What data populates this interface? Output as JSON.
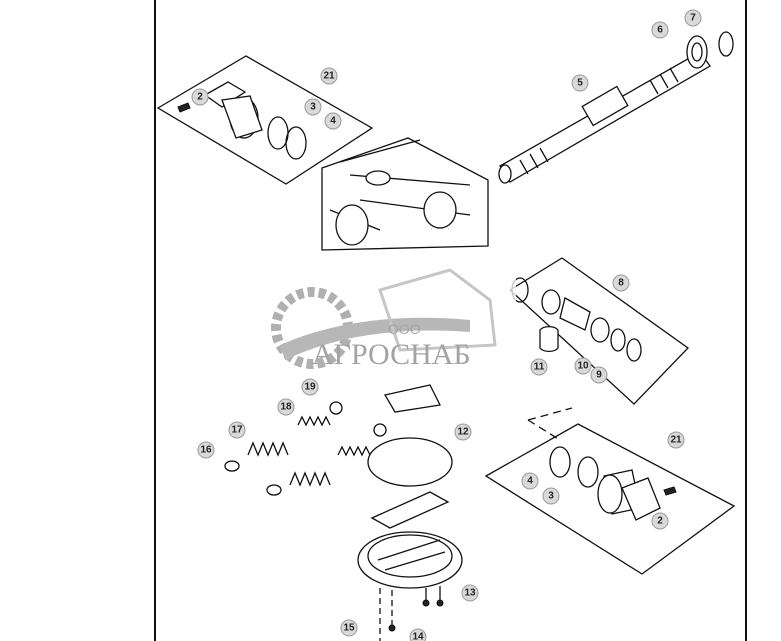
{
  "diagram": {
    "callouts": [
      {
        "id": "kit-top",
        "label": "21"
      },
      {
        "id": "bolt-top",
        "label": "2"
      },
      {
        "id": "ring-top-3",
        "label": "3"
      },
      {
        "id": "ring-top-4",
        "label": "4"
      },
      {
        "id": "shaft",
        "label": "5"
      },
      {
        "id": "bearing",
        "label": "6"
      },
      {
        "id": "snap-ring",
        "label": "7"
      },
      {
        "id": "kit-valve",
        "label": "8"
      },
      {
        "id": "sleeve",
        "label": "11"
      },
      {
        "id": "seal-10",
        "label": "10"
      },
      {
        "id": "seal-9",
        "label": "9"
      },
      {
        "id": "plug-19",
        "label": "19"
      },
      {
        "id": "spring-18",
        "label": "18"
      },
      {
        "id": "spring-17",
        "label": "17"
      },
      {
        "id": "ring-16",
        "label": "16"
      },
      {
        "id": "gasket",
        "label": "12"
      },
      {
        "id": "kit-bottom",
        "label": "21"
      },
      {
        "id": "ring-bottom-4",
        "label": "4"
      },
      {
        "id": "ring-bottom-3",
        "label": "3"
      },
      {
        "id": "bolt-bottom",
        "label": "2"
      },
      {
        "id": "screw-13",
        "label": "13"
      },
      {
        "id": "nut-14",
        "label": "14"
      },
      {
        "id": "screw-15",
        "label": "15"
      }
    ],
    "watermark": {
      "prefix": "ООО",
      "brand": "АГРОСНАБ"
    },
    "colors": {
      "line": "#111111",
      "callout_fill": "#d9d9d9",
      "watermark": "#9a9a9a"
    }
  }
}
